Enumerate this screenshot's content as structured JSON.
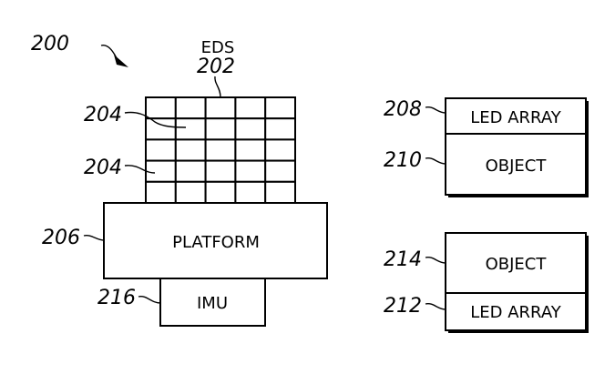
{
  "figure": {
    "ref": "200",
    "eds": {
      "label": "EDS",
      "ref": "202"
    },
    "cells": {
      "ref_a": "204",
      "ref_b": "204",
      "rows": 5,
      "cols": 5
    },
    "platform": {
      "label": "PLATFORM",
      "ref": "206"
    },
    "imu": {
      "label": "IMU",
      "ref": "216"
    },
    "assembly_top": {
      "led": {
        "label": "LED ARRAY",
        "ref": "208"
      },
      "object": {
        "label": "OBJECT",
        "ref": "210"
      }
    },
    "assembly_bottom": {
      "object": {
        "label": "OBJECT",
        "ref": "214"
      },
      "led": {
        "label": "LED ARRAY",
        "ref": "212"
      }
    }
  },
  "colors": {
    "ink": "#000000",
    "paper": "#ffffff"
  }
}
